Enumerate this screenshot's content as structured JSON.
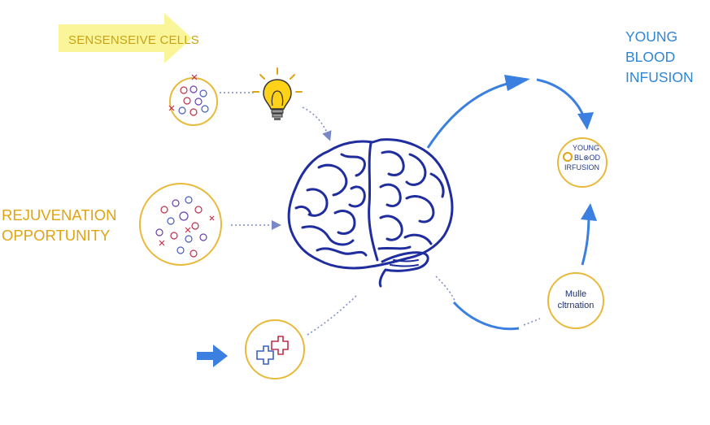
{
  "labels": {
    "senescent_cells": "SENSENSEIVE CELLS",
    "rejuvenation_line1": "REJUVENATION",
    "rejuvenation_line2": "OPPORTUNITY",
    "young_blood_line1": "YOUNG",
    "young_blood_line2": "BLOOD",
    "young_blood_line3": "INFUSION",
    "circle_young_line1": "YOUNG",
    "circle_young_line2": "BL⊗OD",
    "circle_young_line3": "IRFUSION",
    "circle_muscle_line1": "Mulle",
    "circle_muscle_line2": "cltrnation"
  },
  "colors": {
    "banner_fill": "#fbf59a",
    "gold": "#e0a412",
    "blue_arrow": "#3b7fe0",
    "brain": "#1f2d9e",
    "circle_ring": "#e8b93a",
    "dotted": "#7a88c8",
    "bulb": "#ffd21a"
  },
  "icons": [
    "lightbulb-icon",
    "brain-icon",
    "cell-cluster-icon",
    "puzzle-icon"
  ]
}
